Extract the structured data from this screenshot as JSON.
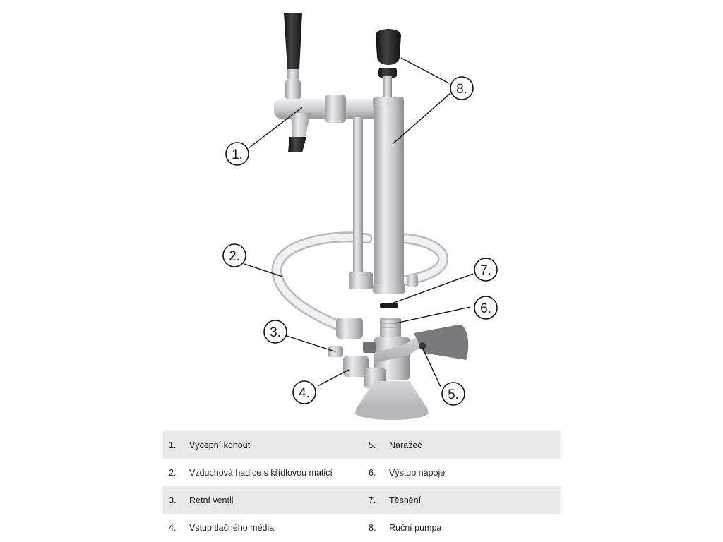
{
  "callouts": [
    {
      "num": "1."
    },
    {
      "num": "2."
    },
    {
      "num": "3."
    },
    {
      "num": "4."
    },
    {
      "num": "5."
    },
    {
      "num": "6."
    },
    {
      "num": "7."
    },
    {
      "num": "8."
    }
  ],
  "legend": [
    {
      "left": {
        "num": "1.",
        "label": "Výčepní kohout"
      },
      "right": {
        "num": "5.",
        "label": "Naražeč"
      }
    },
    {
      "left": {
        "num": "2.",
        "label": "Vzduchová hadice s křídlovou maticí"
      },
      "right": {
        "num": "6.",
        "label": "Výstup nápoje"
      }
    },
    {
      "left": {
        "num": "3.",
        "label": "Retní ventil"
      },
      "right": {
        "num": "7.",
        "label": "Těsnění"
      }
    },
    {
      "left": {
        "num": "4.",
        "label": "Vstup tlačného média"
      },
      "right": {
        "num": "8.",
        "label": "Ruční pumpa"
      }
    }
  ],
  "colors": {
    "metal": "#c9c9cb",
    "handle": "#1c1c1c",
    "hose": "#e6e6e6",
    "accent_gray": "#6f6f6f",
    "row_shade": "#e9e9e9"
  }
}
